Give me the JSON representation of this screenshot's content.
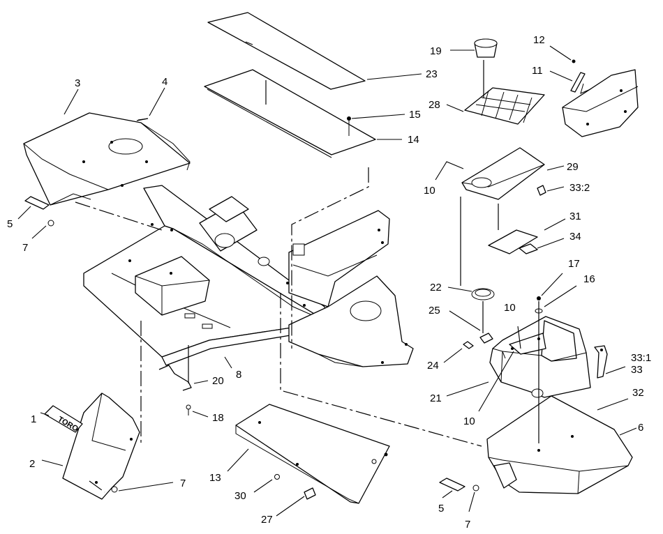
{
  "callouts": [
    {
      "id": "c1",
      "label": "1"
    },
    {
      "id": "c2",
      "label": "2"
    },
    {
      "id": "c3",
      "label": "3"
    },
    {
      "id": "c4",
      "label": "4"
    },
    {
      "id": "c5a",
      "label": "5"
    },
    {
      "id": "c5b",
      "label": "5"
    },
    {
      "id": "c6",
      "label": "6"
    },
    {
      "id": "c7a",
      "label": "7"
    },
    {
      "id": "c7b",
      "label": "7"
    },
    {
      "id": "c7c",
      "label": "7"
    },
    {
      "id": "c8",
      "label": "8"
    },
    {
      "id": "c10a",
      "label": "10"
    },
    {
      "id": "c10b",
      "label": "10"
    },
    {
      "id": "c10c",
      "label": "10"
    },
    {
      "id": "c11",
      "label": "11"
    },
    {
      "id": "c12",
      "label": "12"
    },
    {
      "id": "c13",
      "label": "13"
    },
    {
      "id": "c14",
      "label": "14"
    },
    {
      "id": "c15",
      "label": "15"
    },
    {
      "id": "c16",
      "label": "16"
    },
    {
      "id": "c17",
      "label": "17"
    },
    {
      "id": "c18",
      "label": "18"
    },
    {
      "id": "c19",
      "label": "19"
    },
    {
      "id": "c20",
      "label": "20"
    },
    {
      "id": "c21",
      "label": "21"
    },
    {
      "id": "c22",
      "label": "22"
    },
    {
      "id": "c23",
      "label": "23"
    },
    {
      "id": "c24",
      "label": "24"
    },
    {
      "id": "c25",
      "label": "25"
    },
    {
      "id": "c27",
      "label": "27"
    },
    {
      "id": "c28",
      "label": "28"
    },
    {
      "id": "c29",
      "label": "29"
    },
    {
      "id": "c30",
      "label": "30"
    },
    {
      "id": "c31",
      "label": "31"
    },
    {
      "id": "c32",
      "label": "32"
    },
    {
      "id": "c33a",
      "label": "33:1"
    },
    {
      "id": "c33b",
      "label": "33"
    },
    {
      "id": "c33c",
      "label": "33:2"
    },
    {
      "id": "c34",
      "label": "34"
    }
  ],
  "logo": {
    "text": "TORO"
  },
  "colors": {
    "line": "#000000",
    "background": "#ffffff"
  }
}
